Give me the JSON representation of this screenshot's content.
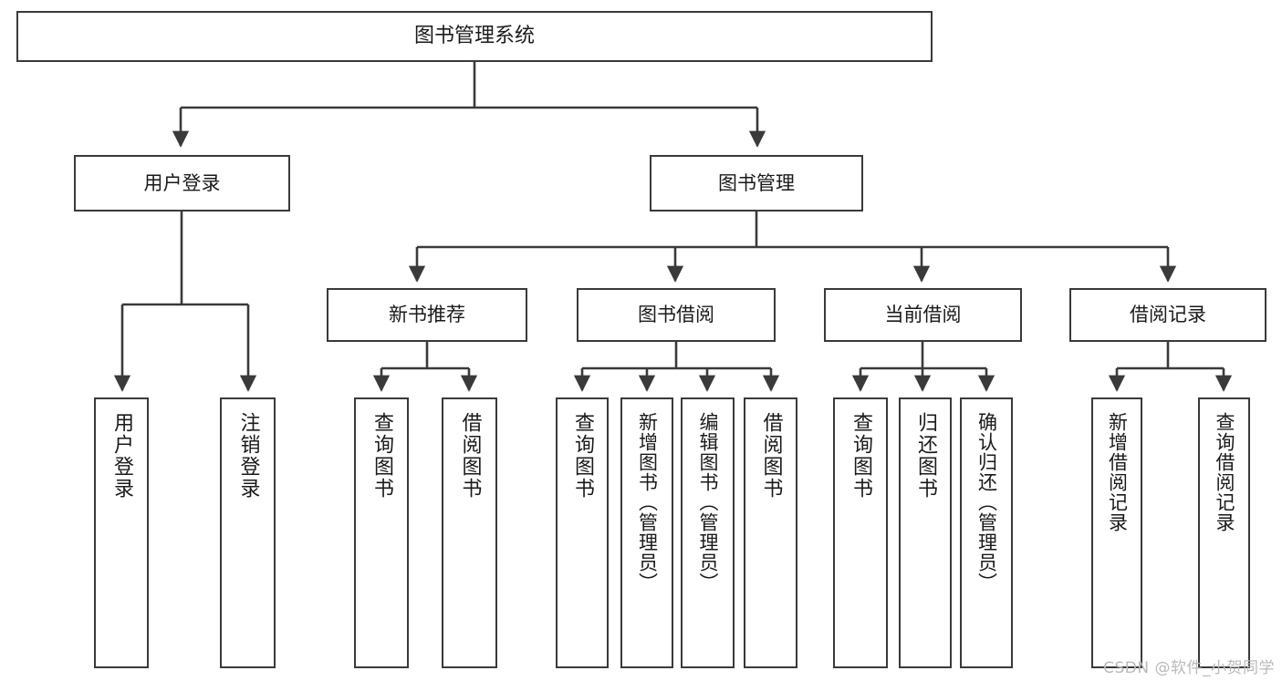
{
  "diagram": {
    "title": "图书管理系统",
    "type": "tree",
    "watermark": "CSDN @软件_小贺同学",
    "colors": {
      "background": "#ffffff",
      "border": "#3a3a3a",
      "text": "#1a1a1a",
      "watermark": "#b9b9b9"
    },
    "root": {
      "label": "图书管理系统"
    },
    "level1": [
      {
        "label": "用户登录"
      },
      {
        "label": "图书管理"
      }
    ],
    "level2": [
      {
        "label": "新书推荐"
      },
      {
        "label": "图书借阅"
      },
      {
        "label": "当前借阅"
      },
      {
        "label": "借阅记录"
      }
    ],
    "leaves": {
      "user_login": [
        {
          "label": "用户登录"
        },
        {
          "label": "注销登录"
        }
      ],
      "new_book": [
        {
          "label": "查询图书"
        },
        {
          "label": "借阅图书"
        }
      ],
      "book_borrow": [
        {
          "label": "查询图书"
        },
        {
          "label": "新增图书（管理员）"
        },
        {
          "label": "编辑图书（管理员）"
        },
        {
          "label": "借阅图书"
        }
      ],
      "current_borrow": [
        {
          "label": "查询图书"
        },
        {
          "label": "归还图书"
        },
        {
          "label": "确认归还（管理员）"
        }
      ],
      "borrow_record": [
        {
          "label": "新增借阅记录"
        },
        {
          "label": "查询借阅记录"
        }
      ]
    }
  }
}
